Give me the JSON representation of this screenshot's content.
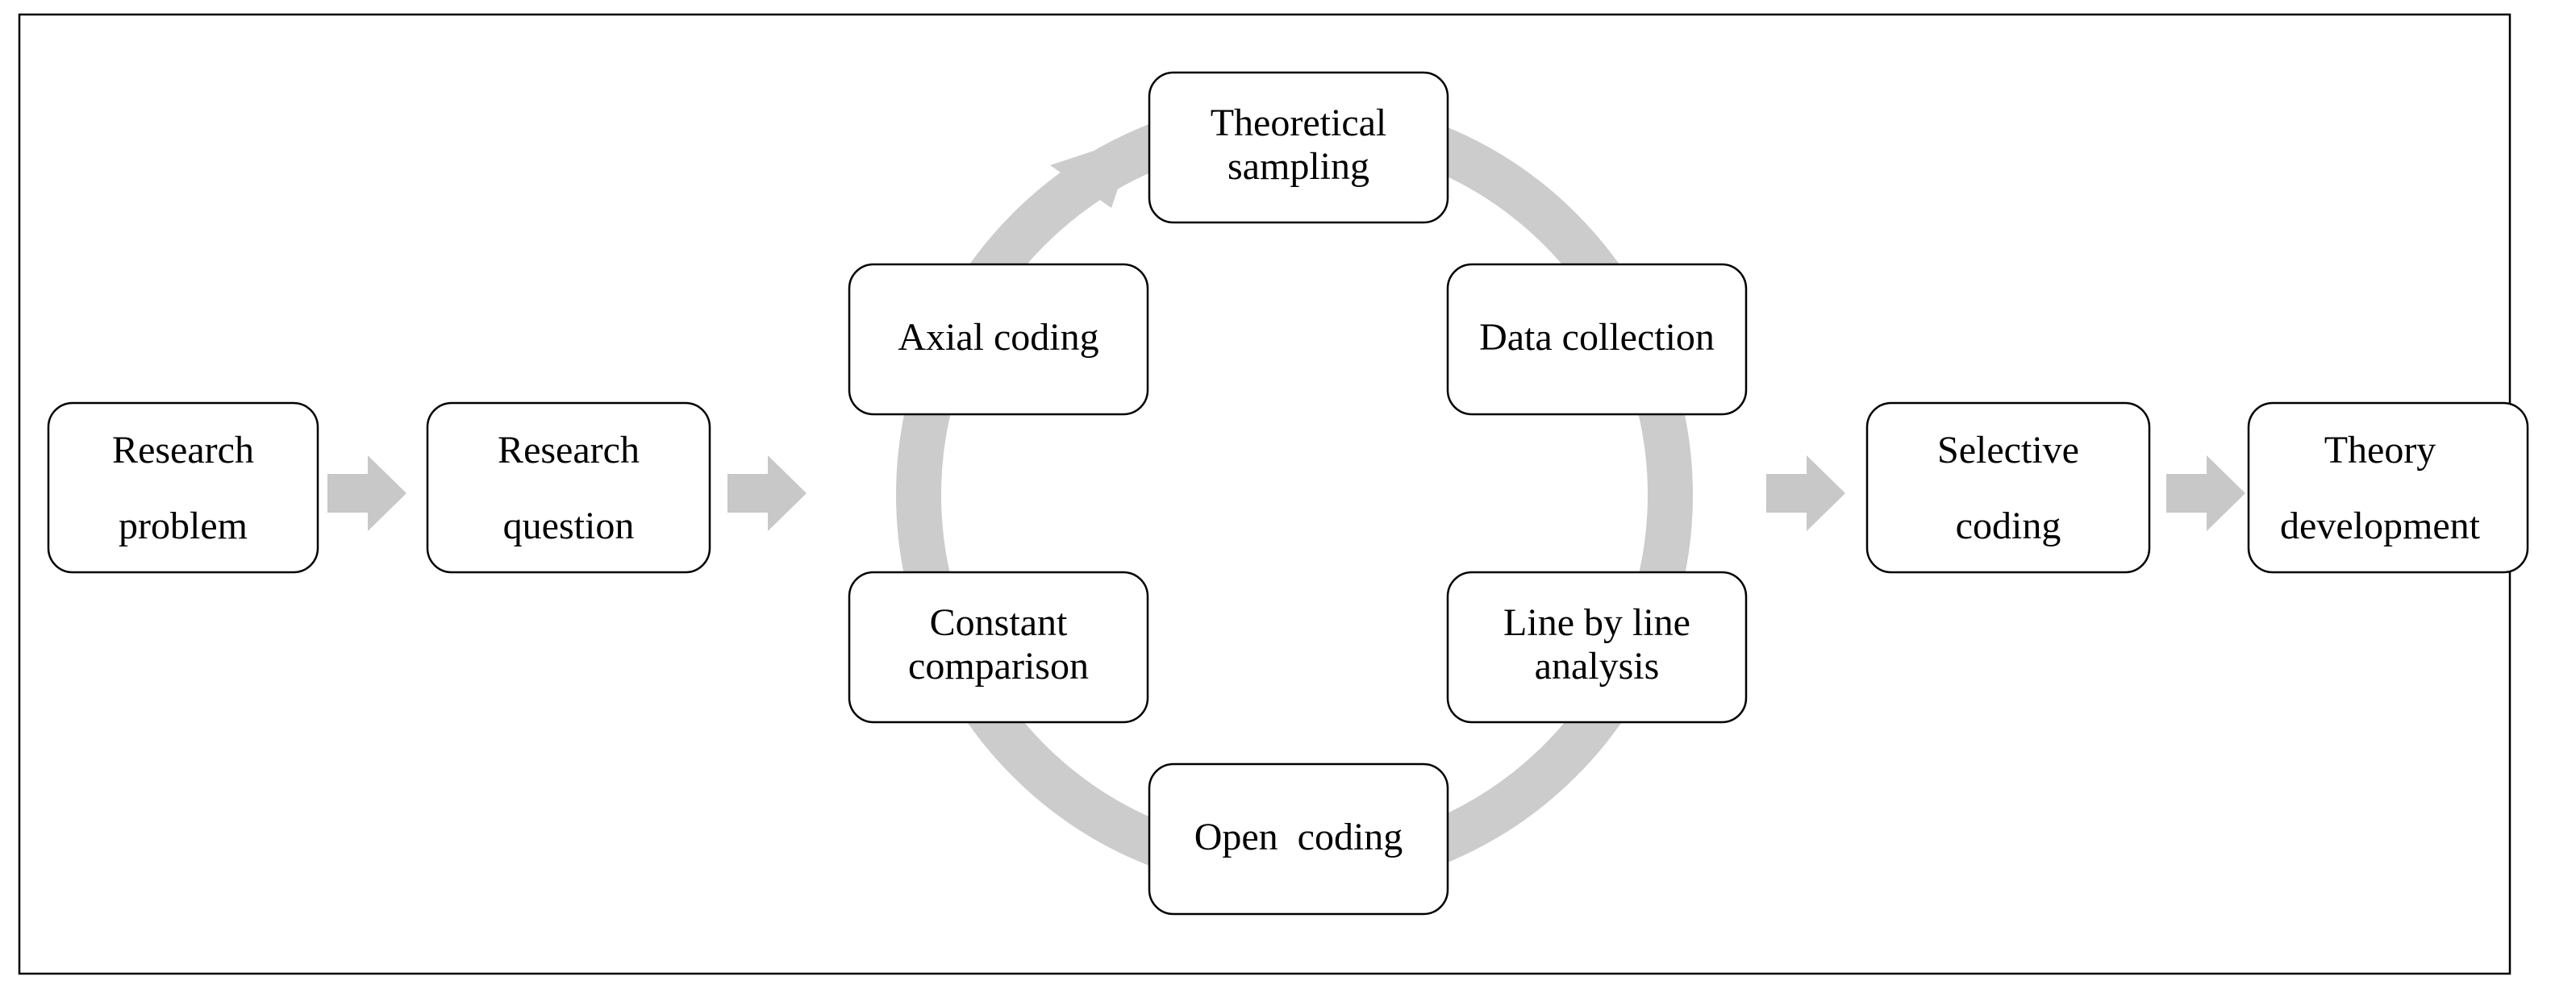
{
  "nodes": {
    "research_problem": {
      "lines": [
        "Research",
        "problem"
      ]
    },
    "research_question": {
      "lines": [
        "Research",
        "question"
      ]
    },
    "theoretical_sampling": {
      "lines": [
        "Theoretical",
        "sampling"
      ]
    },
    "data_collection": {
      "lines": [
        "Data collection"
      ]
    },
    "line_by_line_analysis": {
      "lines": [
        "Line by line",
        "analysis"
      ]
    },
    "open_coding": {
      "lines": [
        "Open  coding"
      ]
    },
    "constant_comparison": {
      "lines": [
        "Constant",
        "comparison"
      ]
    },
    "axial_coding": {
      "lines": [
        "Axial coding"
      ]
    },
    "selective_coding": {
      "lines": [
        "Selective",
        "coding"
      ]
    },
    "theory_development": {
      "lines": [
        "Theory",
        "development"
      ]
    }
  },
  "colors": {
    "arrow": "#c8c8c8",
    "cycle": "#cccccc",
    "border": "#000000",
    "text": "#000000"
  }
}
